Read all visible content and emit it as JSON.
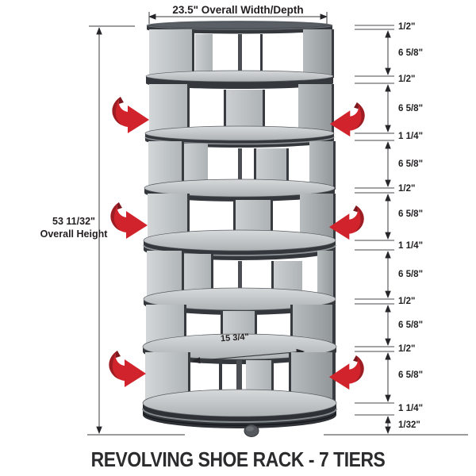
{
  "title": "REVOLVING SHOE RACK - 7 TIERS",
  "dimensions": {
    "overall_width_label": "23.5\"  Overall Width/Depth",
    "overall_height_value": "53 11/32\"",
    "overall_height_caption": "Overall Height",
    "inner_shelf_width": "15 3/4\"",
    "right_chain": [
      "1/2\"",
      "6 5/8\"",
      "1/2\"",
      "6 5/8\"",
      "1 1/4\"",
      "6 5/8\"",
      "1/2\"",
      "6 5/8\"",
      "1 1/4\"",
      "6 5/8\"",
      "1/2\"",
      "6 5/8\"",
      "1/2\"",
      "6 5/8\"",
      "1 1/4\"",
      "1/32\""
    ]
  },
  "icons": {
    "rotation_arrow": "red curved rotate arrow (appears 6 times, indicates revolving tiers)"
  },
  "colors": {
    "background": "#ffffff",
    "accent_red": "#d1232b",
    "accent_red_dark": "#8c1b21",
    "rim_dark": "#33373c",
    "shelf_gray": "#bcc1c4",
    "line": "#3a3a3e",
    "text": "#231f20"
  },
  "product": {
    "tiers": 7,
    "type_note": "revolving shoe rack dimension diagram"
  }
}
